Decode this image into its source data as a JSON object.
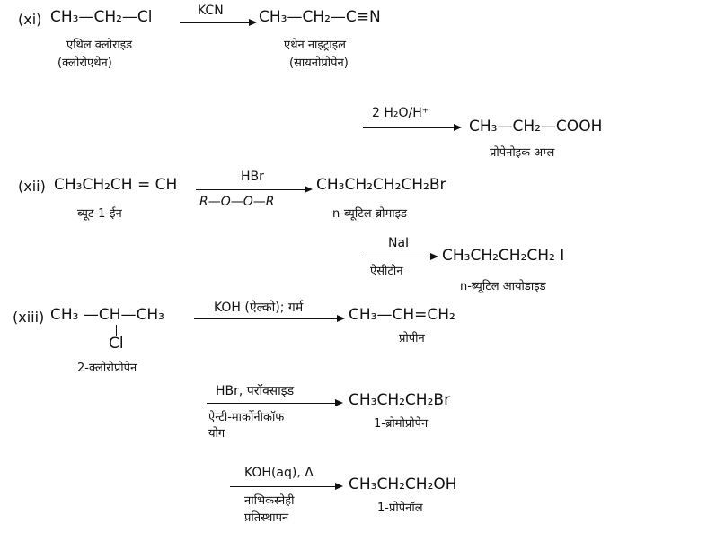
{
  "xi": {
    "label": "(xi)",
    "reactant": "CH₃—CH₂—Cl",
    "reagent": "KCN",
    "product": "CH₃—CH₂—C≡N",
    "reactant_name": "एथिल क्लोराइड",
    "reactant_alt": "(क्लोरोएथेन)",
    "product_name": "एथेन नाइट्राइल",
    "product_alt": "(सायनोप्रोपेन)",
    "step2_reagent": "2 H₂O/H⁺",
    "step2_product": "CH₃—CH₂—COOH",
    "step2_name": "प्रोपेनोइक अम्ल"
  },
  "xii": {
    "label": "(xii)",
    "reactant": "CH₃CH₂CH = CH",
    "reagent": "HBr",
    "condition": "R—O—O—R",
    "product": "CH₃CH₂CH₂CH₂Br",
    "reactant_name": "ब्यूट-1-ईन",
    "product_name": "n-ब्यूटिल ब्रोमाइड",
    "step2_reagent": "NaI",
    "step2_condition": "ऐसीटोन",
    "step2_product": "CH₃CH₂CH₂CH₂ I",
    "step2_name": "n-ब्यूटिल आयोडाइड"
  },
  "xiii": {
    "label": "(xiii)",
    "reactant_left": "CH₃ —CH—CH₃",
    "reactant_sub": "Cl",
    "reactant_name": "2-क्लोरोप्रोपेन",
    "r1_reagent": "KOH (ऐल्को); गर्म",
    "r1_product": "CH₃—CH=CH₂",
    "r1_name": "प्रोपीन",
    "r2_reagent": "HBr, परॉक्साइड",
    "r2_condition_1": "ऐन्टी-मार्कोनीकॉफ",
    "r2_condition_2": "योग",
    "r2_product": "CH₃CH₂CH₂Br",
    "r2_name": "1-ब्रोमोप्रोपेन",
    "r3_reagent": "KOH(aq), Δ",
    "r3_condition_1": "नाभिकस्नेही",
    "r3_condition_2": "प्रतिस्थापन",
    "r3_product": "CH₃CH₂CH₂OH",
    "r3_name": "1-प्रोपेनॉल"
  }
}
